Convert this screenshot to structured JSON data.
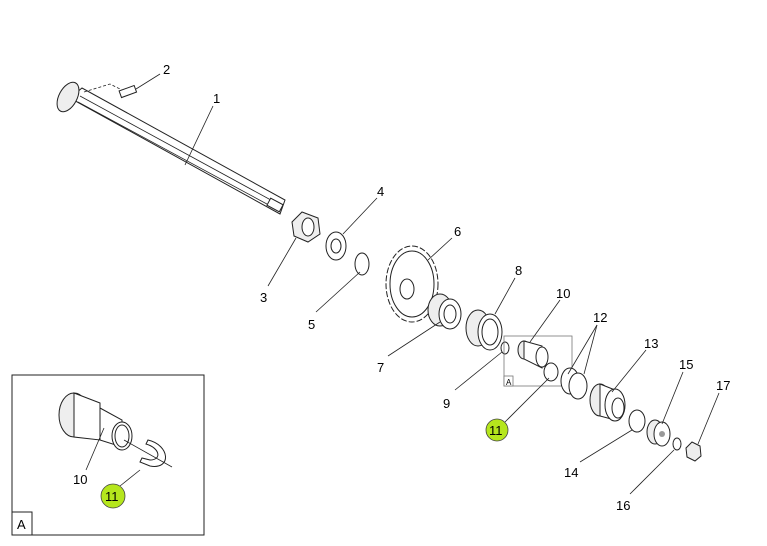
{
  "labels": {
    "p1": "1",
    "p2": "2",
    "p3": "3",
    "p4": "4",
    "p5": "5",
    "p6": "6",
    "p7": "7",
    "p8": "8",
    "p9": "9",
    "p10": "10",
    "p11": "11",
    "p12": "12",
    "p13": "13",
    "p14": "14",
    "p15": "15",
    "p16": "16",
    "p17": "17"
  },
  "detail": {
    "ref": "A",
    "p10": "10",
    "p11": "11"
  },
  "detail_marker": "A",
  "colors": {
    "highlight": "#b5e61d"
  }
}
